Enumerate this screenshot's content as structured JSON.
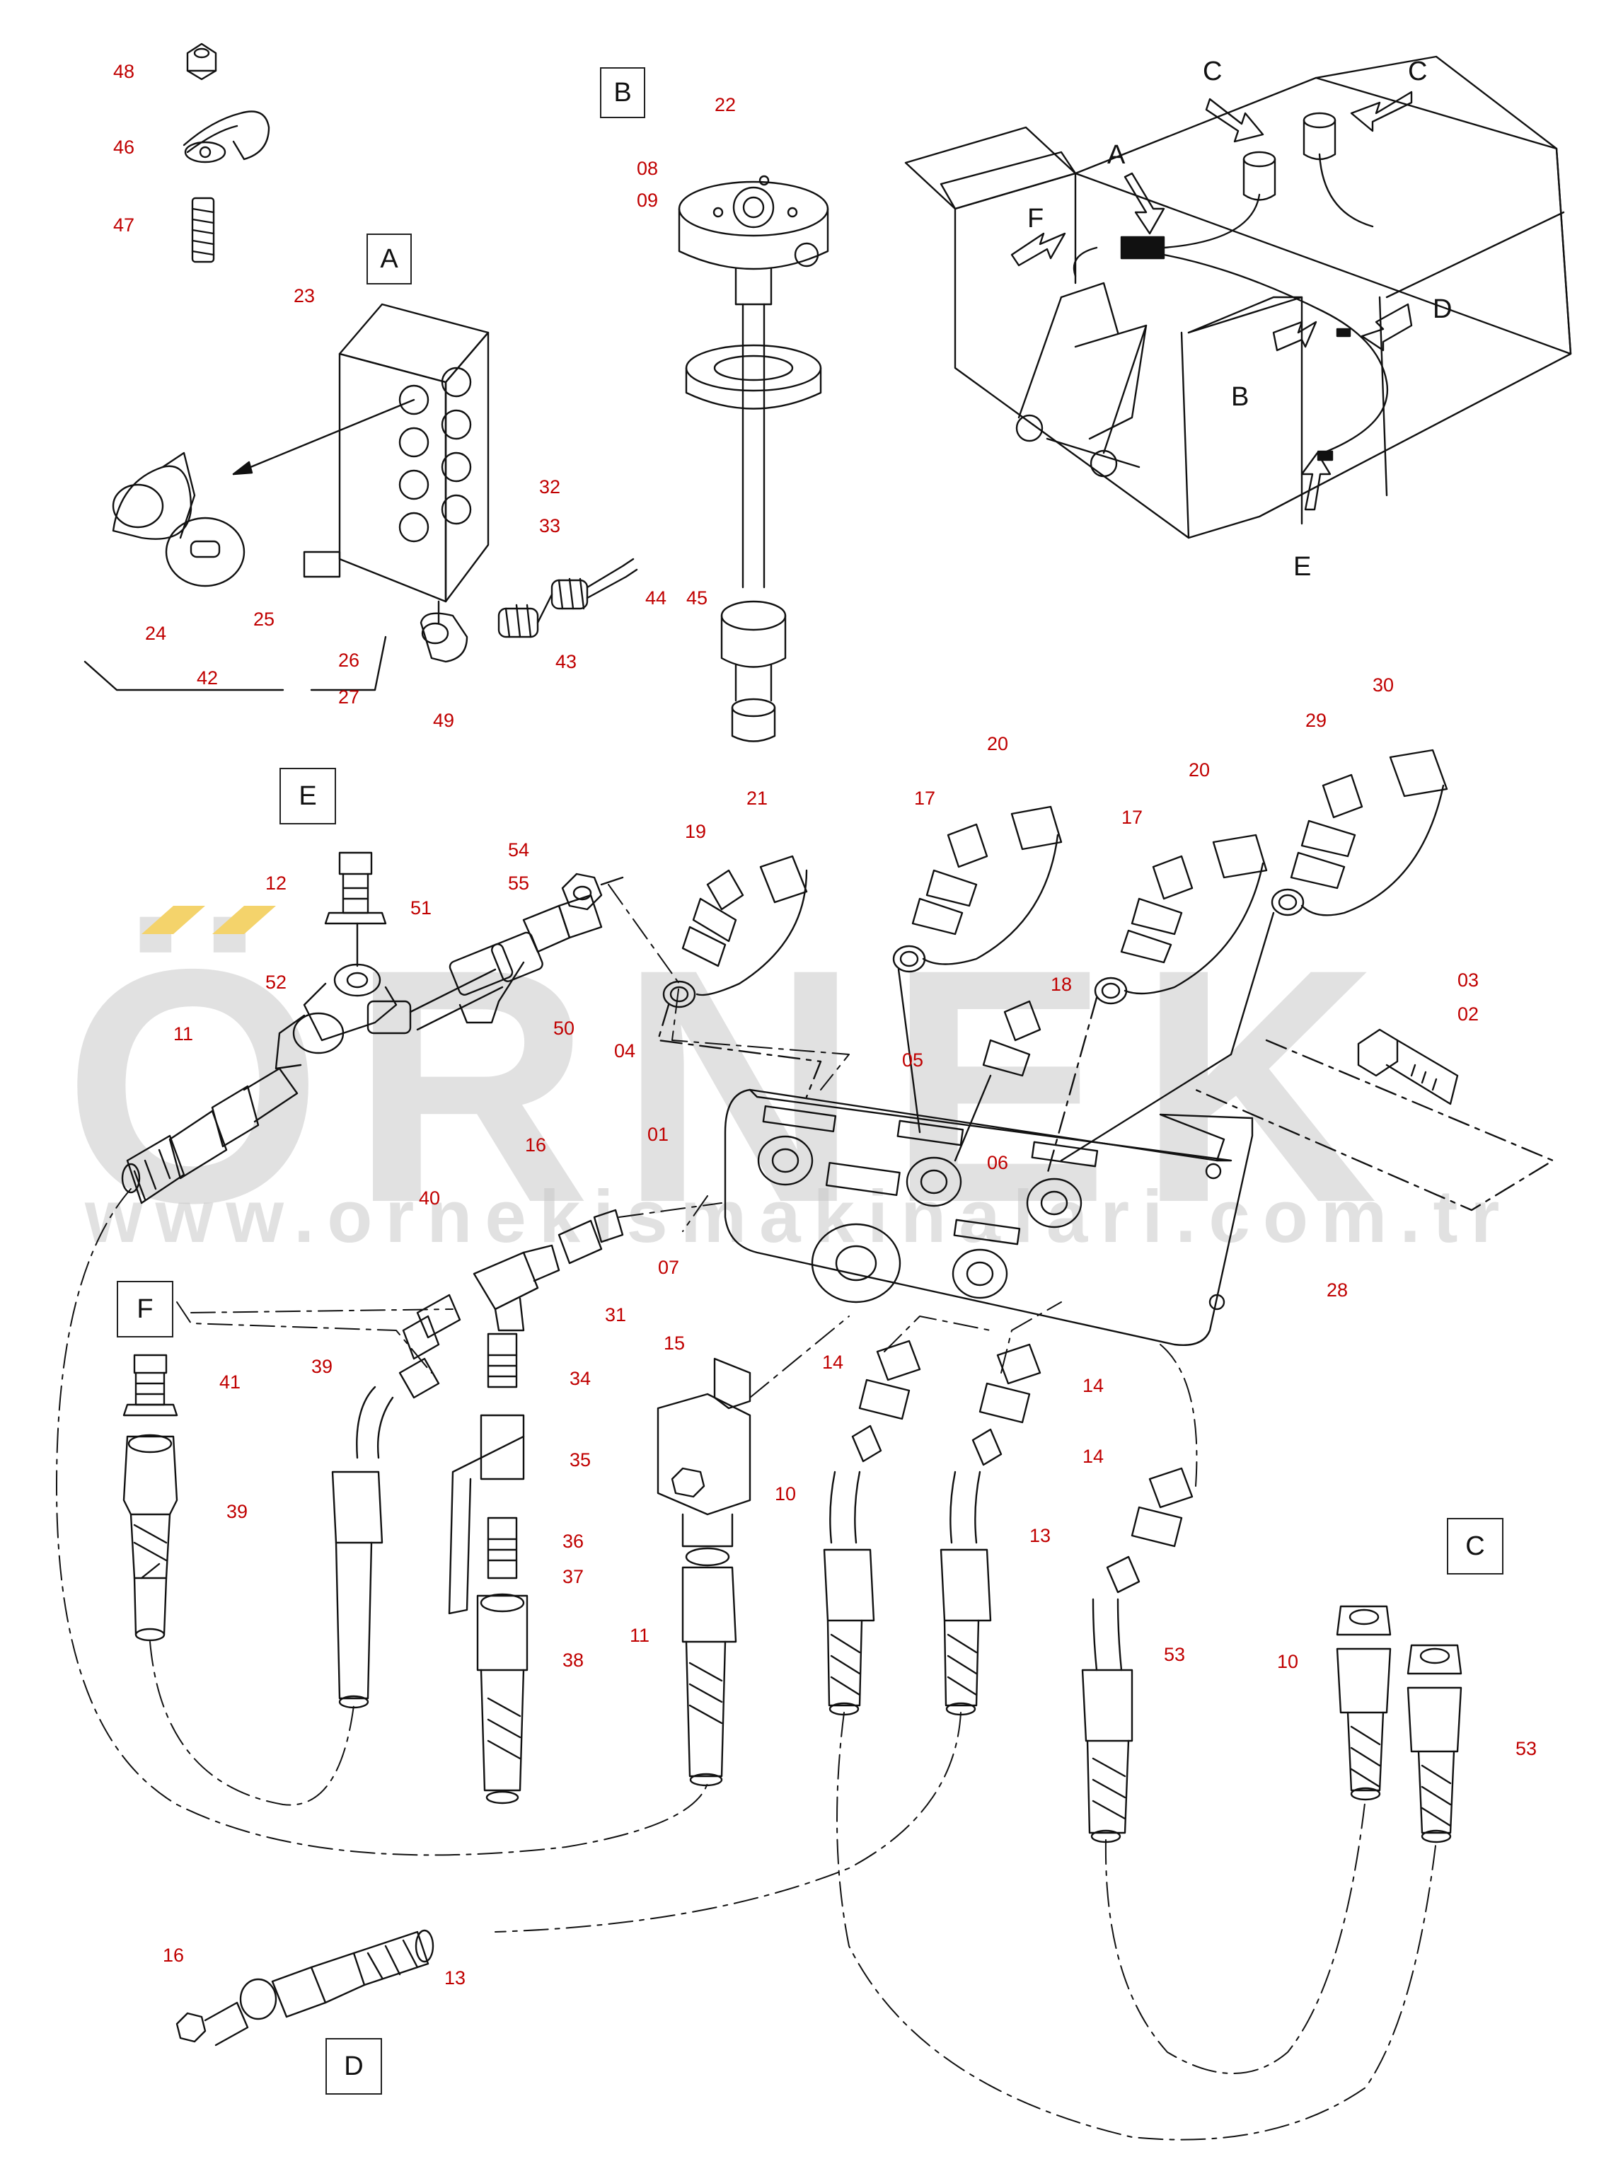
{
  "watermark": {
    "brand": "ÖRNEK",
    "url": "www.ornekismakinalari.com.tr"
  },
  "sections": [
    "A",
    "B",
    "C",
    "D",
    "E",
    "F"
  ],
  "view_letters": [
    "C",
    "C",
    "A",
    "F",
    "D",
    "B",
    "E"
  ],
  "callouts": {
    "c48": "48",
    "c46": "46",
    "c47": "47",
    "c23": "23",
    "c32": "32",
    "c33": "33",
    "c24": "24",
    "c25": "25",
    "c26": "26",
    "c27": "27",
    "c42": "42",
    "c43": "43",
    "c44": "44",
    "c45": "45",
    "c49": "49",
    "c22": "22",
    "c08": "08",
    "c09": "09",
    "c21": "21",
    "c19": "19",
    "c17a": "17",
    "c20a": "20",
    "c17b": "17",
    "c20b": "20",
    "c29": "29",
    "c30": "30",
    "c18": "18",
    "c04": "04",
    "c05": "05",
    "c01": "01",
    "c06": "06",
    "c28": "28",
    "c07": "07",
    "c03": "03",
    "c02": "02",
    "c12": "12",
    "c51": "51",
    "c54": "54",
    "c55": "55",
    "c52": "52",
    "c50": "50",
    "c11a": "11",
    "c16a": "16",
    "c40": "40",
    "c31": "31",
    "c41": "41",
    "c39a": "39",
    "c39b": "39",
    "c34": "34",
    "c35": "35",
    "c36": "36",
    "c37": "37",
    "c38": "38",
    "c15": "15",
    "c11b": "11",
    "c14a": "14",
    "c14b": "14",
    "c14c": "14",
    "c10a": "10",
    "c13a": "13",
    "c53a": "53",
    "c10b": "10",
    "c53b": "53",
    "c16b": "16",
    "c13b": "13"
  },
  "icons": [
    "watermark-arrows-icon"
  ]
}
